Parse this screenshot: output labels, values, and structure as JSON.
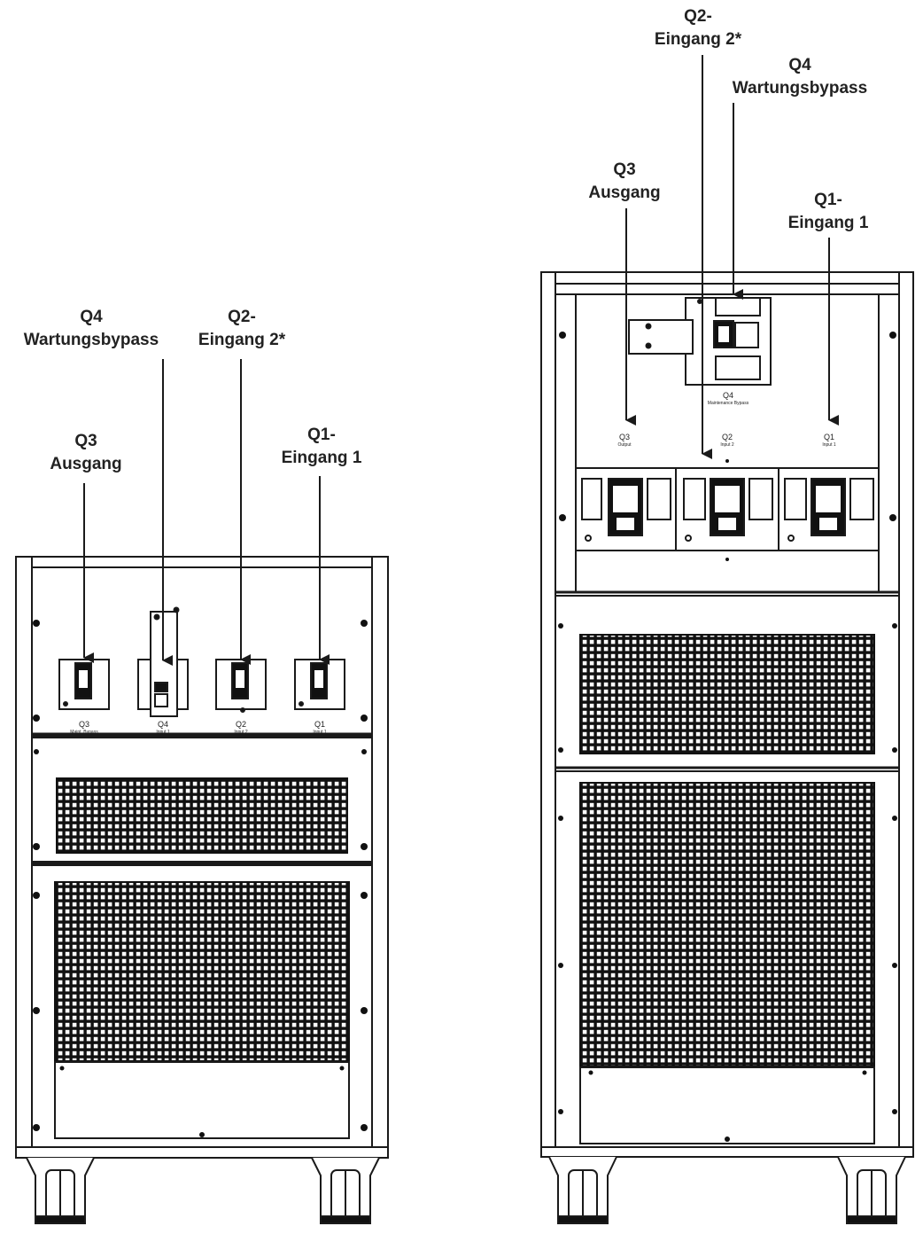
{
  "left_unit": {
    "callouts": {
      "q4": {
        "id": "Q4",
        "text": "Wartungsbypass"
      },
      "q2": {
        "id": "Q2-",
        "text": "Eingang 2*"
      },
      "q3": {
        "id": "Q3",
        "text": "Ausgang"
      },
      "q1": {
        "id": "Q1-",
        "text": "Eingang 1"
      }
    },
    "panel_labels": {
      "q3": {
        "id": "Q3",
        "sub": "Maint. Bypass"
      },
      "q4": {
        "id": "Q4",
        "sub": "Input 1"
      },
      "q2": {
        "id": "Q2",
        "sub": "Input 2"
      },
      "q1": {
        "id": "Q1",
        "sub": "Input 1"
      }
    }
  },
  "right_unit": {
    "callouts": {
      "q2": {
        "id": "Q2-",
        "text": "Eingang 2*"
      },
      "q4": {
        "id": "Q4",
        "text": "Wartungsbypass"
      },
      "q3": {
        "id": "Q3",
        "text": "Ausgang"
      },
      "q1": {
        "id": "Q1-",
        "text": "Eingang 1"
      }
    },
    "panel_labels": {
      "q4": {
        "id": "Q4",
        "sub": "Maintenance Bypass"
      },
      "q3": {
        "id": "Q3",
        "sub": "Output"
      },
      "q2": {
        "id": "Q2",
        "sub": "Input 2"
      },
      "q1": {
        "id": "Q1",
        "sub": "Input 1"
      }
    }
  },
  "colors": {
    "line": "#1a1a1a",
    "text": "#222222",
    "background": "#ffffff"
  }
}
